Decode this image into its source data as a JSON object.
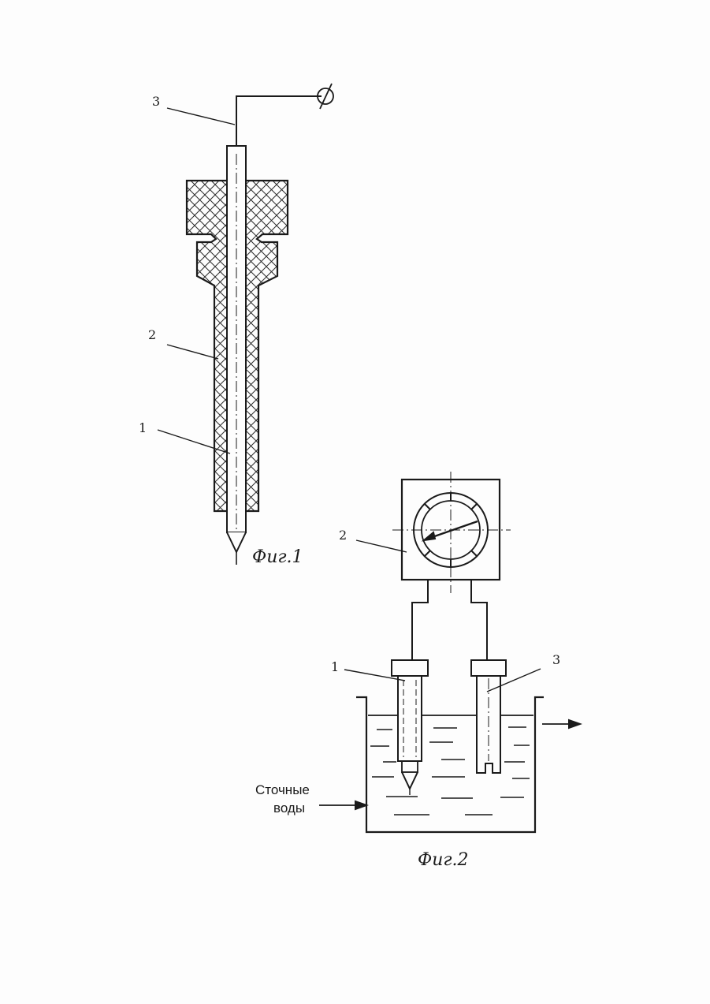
{
  "fig1": {
    "caption": "Фиг.1",
    "labels": {
      "one": "1",
      "two": "2",
      "three": "3"
    }
  },
  "fig2": {
    "caption": "Фиг.2",
    "labels": {
      "one": "1",
      "two": "2",
      "three": "3"
    },
    "inflow_line1": "Сточные",
    "inflow_line2": "воды"
  },
  "colors": {
    "ink": "#1a1a1a",
    "paper": "#fdfdfd"
  }
}
